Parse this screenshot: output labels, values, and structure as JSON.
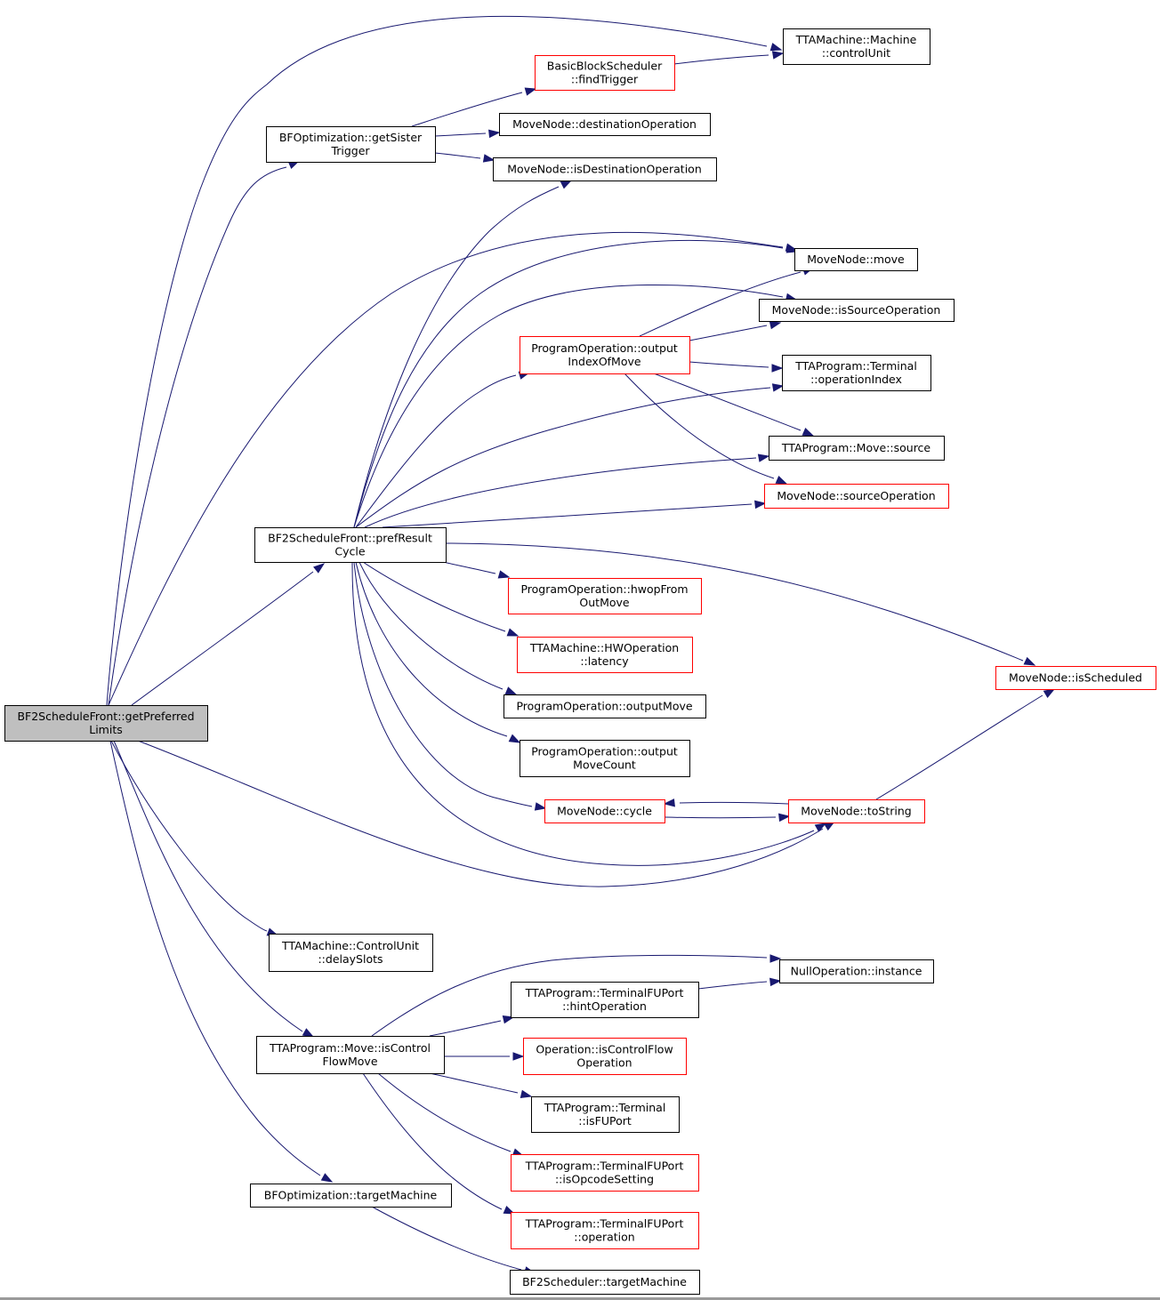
{
  "diagram": {
    "colors": {
      "edge": "#191970",
      "root_fill": "#bfbfbf",
      "box_fill": "#ffffff",
      "documented_border": "#000000",
      "undocumented_border": "#ff0000"
    },
    "nodes": {
      "root": {
        "lines": [
          "BF2ScheduleFront::getPreferred",
          "Limits"
        ],
        "style": "root"
      },
      "getSisterTrigger": {
        "lines": [
          "BFOptimization::getSister",
          "Trigger"
        ],
        "style": "black"
      },
      "prefResultCycle": {
        "lines": [
          "BF2ScheduleFront::prefResult",
          "Cycle"
        ],
        "style": "black"
      },
      "delaySlots": {
        "lines": [
          "TTAMachine::ControlUnit",
          "::delaySlots"
        ],
        "style": "black"
      },
      "isControlFlowMove": {
        "lines": [
          "TTAProgram::Move::isControl",
          "FlowMove"
        ],
        "style": "black"
      },
      "bfoTargetMachine": {
        "lines": [
          "BFOptimization::targetMachine"
        ],
        "style": "black"
      },
      "machineControlUnit": {
        "lines": [
          "TTAMachine::Machine",
          "::controlUnit"
        ],
        "style": "black"
      },
      "findTrigger": {
        "lines": [
          "BasicBlockScheduler",
          "::findTrigger"
        ],
        "style": "red"
      },
      "destinationOperation": {
        "lines": [
          "MoveNode::destinationOperation"
        ],
        "style": "black"
      },
      "isDestinationOperation": {
        "lines": [
          "MoveNode::isDestinationOperation"
        ],
        "style": "black"
      },
      "move": {
        "lines": [
          "MoveNode::move"
        ],
        "style": "black"
      },
      "isSourceOperation": {
        "lines": [
          "MoveNode::isSourceOperation"
        ],
        "style": "black"
      },
      "outputIndexOfMove": {
        "lines": [
          "ProgramOperation::output",
          "IndexOfMove"
        ],
        "style": "red"
      },
      "operationIndex": {
        "lines": [
          "TTAProgram::Terminal",
          "::operationIndex"
        ],
        "style": "black"
      },
      "moveSource": {
        "lines": [
          "TTAProgram::Move::source"
        ],
        "style": "black"
      },
      "sourceOperation": {
        "lines": [
          "MoveNode::sourceOperation"
        ],
        "style": "red"
      },
      "hwopFromOutMove": {
        "lines": [
          "ProgramOperation::hwopFrom",
          "OutMove"
        ],
        "style": "red"
      },
      "latency": {
        "lines": [
          "TTAMachine::HWOperation",
          "::latency"
        ],
        "style": "red"
      },
      "outputMove": {
        "lines": [
          "ProgramOperation::outputMove"
        ],
        "style": "black"
      },
      "outputMoveCount": {
        "lines": [
          "ProgramOperation::output",
          "MoveCount"
        ],
        "style": "black"
      },
      "cycle": {
        "lines": [
          "MoveNode::cycle"
        ],
        "style": "red"
      },
      "toString": {
        "lines": [
          "MoveNode::toString"
        ],
        "style": "red"
      },
      "isScheduled": {
        "lines": [
          "MoveNode::isScheduled"
        ],
        "style": "red"
      },
      "nullInstance": {
        "lines": [
          "NullOperation::instance"
        ],
        "style": "black"
      },
      "hintOperation": {
        "lines": [
          "TTAProgram::TerminalFUPort",
          "::hintOperation"
        ],
        "style": "black"
      },
      "isControlFlowOperation": {
        "lines": [
          "Operation::isControlFlow",
          "Operation"
        ],
        "style": "red"
      },
      "isFUPort": {
        "lines": [
          "TTAProgram::Terminal",
          "::isFUPort"
        ],
        "style": "black"
      },
      "isOpcodeSetting": {
        "lines": [
          "TTAProgram::TerminalFUPort",
          "::isOpcodeSetting"
        ],
        "style": "red"
      },
      "fuPortOperation": {
        "lines": [
          "TTAProgram::TerminalFUPort",
          "::operation"
        ],
        "style": "red"
      },
      "bf2TargetMachine": {
        "lines": [
          "BF2Scheduler::targetMachine"
        ],
        "style": "black"
      }
    },
    "edges": [
      {
        "from": "root",
        "to": "machineControlUnit"
      },
      {
        "from": "root",
        "to": "getSisterTrigger"
      },
      {
        "from": "root",
        "to": "move"
      },
      {
        "from": "root",
        "to": "prefResultCycle"
      },
      {
        "from": "root",
        "to": "toString"
      },
      {
        "from": "root",
        "to": "delaySlots"
      },
      {
        "from": "root",
        "to": "isControlFlowMove"
      },
      {
        "from": "root",
        "to": "bfoTargetMachine"
      },
      {
        "from": "getSisterTrigger",
        "to": "findTrigger"
      },
      {
        "from": "getSisterTrigger",
        "to": "destinationOperation"
      },
      {
        "from": "getSisterTrigger",
        "to": "isDestinationOperation"
      },
      {
        "from": "findTrigger",
        "to": "machineControlUnit"
      },
      {
        "from": "prefResultCycle",
        "to": "isDestinationOperation"
      },
      {
        "from": "prefResultCycle",
        "to": "move"
      },
      {
        "from": "prefResultCycle",
        "to": "isSourceOperation"
      },
      {
        "from": "prefResultCycle",
        "to": "outputIndexOfMove"
      },
      {
        "from": "prefResultCycle",
        "to": "operationIndex"
      },
      {
        "from": "prefResultCycle",
        "to": "moveSource"
      },
      {
        "from": "prefResultCycle",
        "to": "sourceOperation"
      },
      {
        "from": "prefResultCycle",
        "to": "isScheduled"
      },
      {
        "from": "prefResultCycle",
        "to": "hwopFromOutMove"
      },
      {
        "from": "prefResultCycle",
        "to": "latency"
      },
      {
        "from": "prefResultCycle",
        "to": "outputMove"
      },
      {
        "from": "prefResultCycle",
        "to": "outputMoveCount"
      },
      {
        "from": "prefResultCycle",
        "to": "cycle"
      },
      {
        "from": "prefResultCycle",
        "to": "toString"
      },
      {
        "from": "outputIndexOfMove",
        "to": "move"
      },
      {
        "from": "outputIndexOfMove",
        "to": "isSourceOperation"
      },
      {
        "from": "outputIndexOfMove",
        "to": "operationIndex"
      },
      {
        "from": "outputIndexOfMove",
        "to": "moveSource"
      },
      {
        "from": "outputIndexOfMove",
        "to": "sourceOperation"
      },
      {
        "from": "cycle",
        "to": "toString"
      },
      {
        "from": "toString",
        "to": "cycle"
      },
      {
        "from": "toString",
        "to": "isScheduled"
      },
      {
        "from": "isControlFlowMove",
        "to": "nullInstance"
      },
      {
        "from": "isControlFlowMove",
        "to": "hintOperation"
      },
      {
        "from": "isControlFlowMove",
        "to": "isControlFlowOperation"
      },
      {
        "from": "isControlFlowMove",
        "to": "isFUPort"
      },
      {
        "from": "isControlFlowMove",
        "to": "isOpcodeSetting"
      },
      {
        "from": "isControlFlowMove",
        "to": "fuPortOperation"
      },
      {
        "from": "hintOperation",
        "to": "nullInstance"
      },
      {
        "from": "bfoTargetMachine",
        "to": "bf2TargetMachine"
      }
    ]
  }
}
